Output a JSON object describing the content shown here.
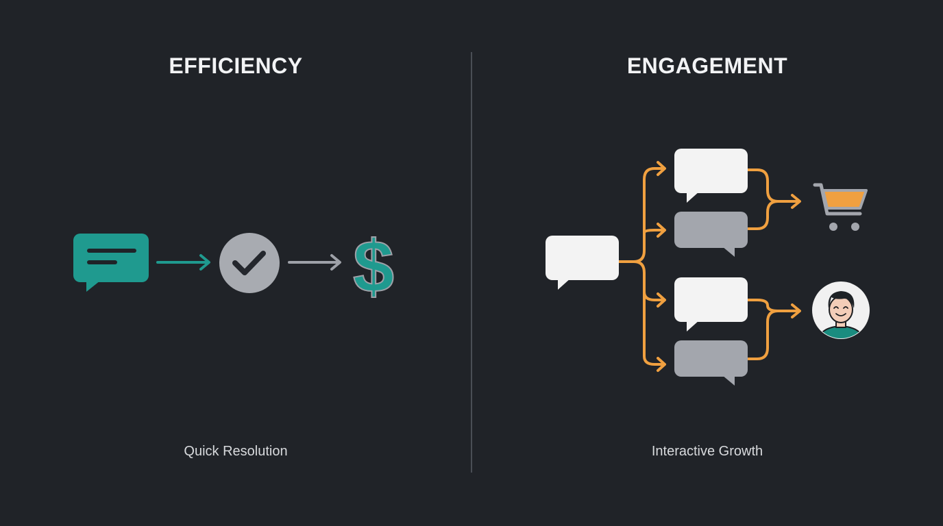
{
  "left_panel": {
    "title": "EFFICIENCY",
    "caption": "Quick Resolution",
    "flow": [
      "chat-bubble-icon",
      "check-circle-icon",
      "dollar-icon"
    ]
  },
  "right_panel": {
    "title": "ENGAGEMENT",
    "caption": "Interactive Growth",
    "outcomes": [
      "shopping-cart-icon",
      "user-avatar-icon"
    ]
  },
  "colors": {
    "background": "#202328",
    "teal": "#1f9a8f",
    "orange": "#f0a040",
    "gray": "#a3a6ad",
    "white": "#f3f3f3"
  }
}
